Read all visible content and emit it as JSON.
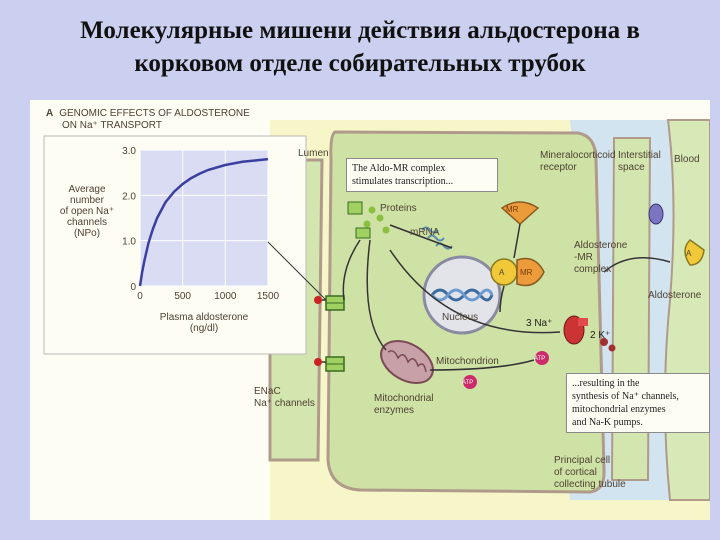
{
  "slide": {
    "title_line1": "Молекулярные мишени действия альдостерона в",
    "title_line2": "корковом отделе собирательных трубок"
  },
  "figure": {
    "panel_letter": "A",
    "heading_line1": "GENOMIC EFFECTS OF ALDOSTERONE",
    "heading_line2": "ON Na⁺ TRANSPORT",
    "labels": {
      "lumen": "Lumen",
      "interstitial_1": "Interstitial",
      "interstitial_2": "space",
      "blood": "Blood",
      "mr_receptor_1": "Mineralocorticoid",
      "mr_receptor_2": "receptor",
      "callout_1": "The Aldo-MR complex",
      "callout_2": "stimulates transcription...",
      "proteins": "Proteins",
      "mrna": "mRNA",
      "nucleus": "Nucleus",
      "mitochondrion": "Mitochondrion",
      "mito_enzymes_1": "Mitochondrial",
      "mito_enzymes_2": "enzymes",
      "enac_1": "ENaC",
      "enac_2": "Na⁺ channels",
      "complex_1": "Aldosterone",
      "complex_2": "-MR",
      "complex_3": "complex",
      "aldosterone": "Aldosterone",
      "na_3": "3 Na⁺",
      "k_2": "2 K⁺",
      "mr": "MR",
      "a": "A",
      "atp": "ATP",
      "result_1": "...resulting in the",
      "result_2": "synthesis of Na⁺ channels,",
      "result_3": "mitochondrial enzymes",
      "result_4": "and Na-K pumps.",
      "principal_1": "Principal cell",
      "principal_2": "of cortical",
      "principal_3": "collecting tubule"
    }
  },
  "chart_data": {
    "type": "line",
    "ylabel_lines": [
      "Average",
      "number",
      "of open Na⁺",
      "channels",
      "(NPo)"
    ],
    "xlabel_lines": [
      "Plasma aldosterone",
      "(ng/dl)"
    ],
    "xlim": [
      0,
      1500
    ],
    "ylim": [
      0,
      3.0
    ],
    "x_ticks": [
      "0",
      "500",
      "1000",
      "1500"
    ],
    "y_ticks": [
      "0",
      "1.0",
      "2.0",
      "3.0"
    ],
    "grid": true,
    "series": [
      {
        "x": [
          0,
          25,
          50,
          100,
          150,
          200,
          300,
          400,
          500,
          600,
          700,
          800,
          1000,
          1200,
          1500
        ],
        "y": [
          0.0,
          0.3,
          0.55,
          0.95,
          1.25,
          1.5,
          1.85,
          2.08,
          2.25,
          2.38,
          2.48,
          2.56,
          2.67,
          2.74,
          2.8
        ],
        "color": "#3b3fa0"
      }
    ]
  },
  "colors": {
    "background": "#ccd0f0",
    "panel": "#fefdf3",
    "lumen": "#f6f6c8",
    "cell": "#cfe2a6",
    "interstitial": "#d2e4ef",
    "membrane": "#b09a8a",
    "plot_bg": "#d9dcf2",
    "curve": "#3b3fa0",
    "mr_orange": "#eb9b3a",
    "aldosterone_yellow": "#f0c838",
    "na_red": "#cc2222",
    "mito": "#b08a90"
  }
}
